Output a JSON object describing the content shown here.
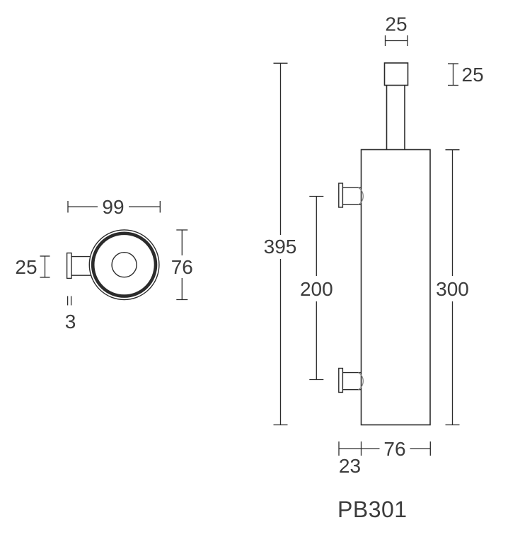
{
  "drawing": {
    "product_code": "PB301",
    "top_view": {
      "overall_width": "99",
      "holder_diameter": "76",
      "arm_diameter": "25",
      "plate_thickness": "3"
    },
    "side_view": {
      "knob_width": "25",
      "knob_height": "25",
      "overall_height": "395",
      "bracket_spacing": "200",
      "body_height": "300",
      "body_width": "76",
      "wall_offset": "23"
    },
    "colors": {
      "line": "#2b2b2b",
      "text": "#3c3c3c",
      "accent_arc": "#8a8a8a",
      "background": "#ffffff"
    }
  }
}
